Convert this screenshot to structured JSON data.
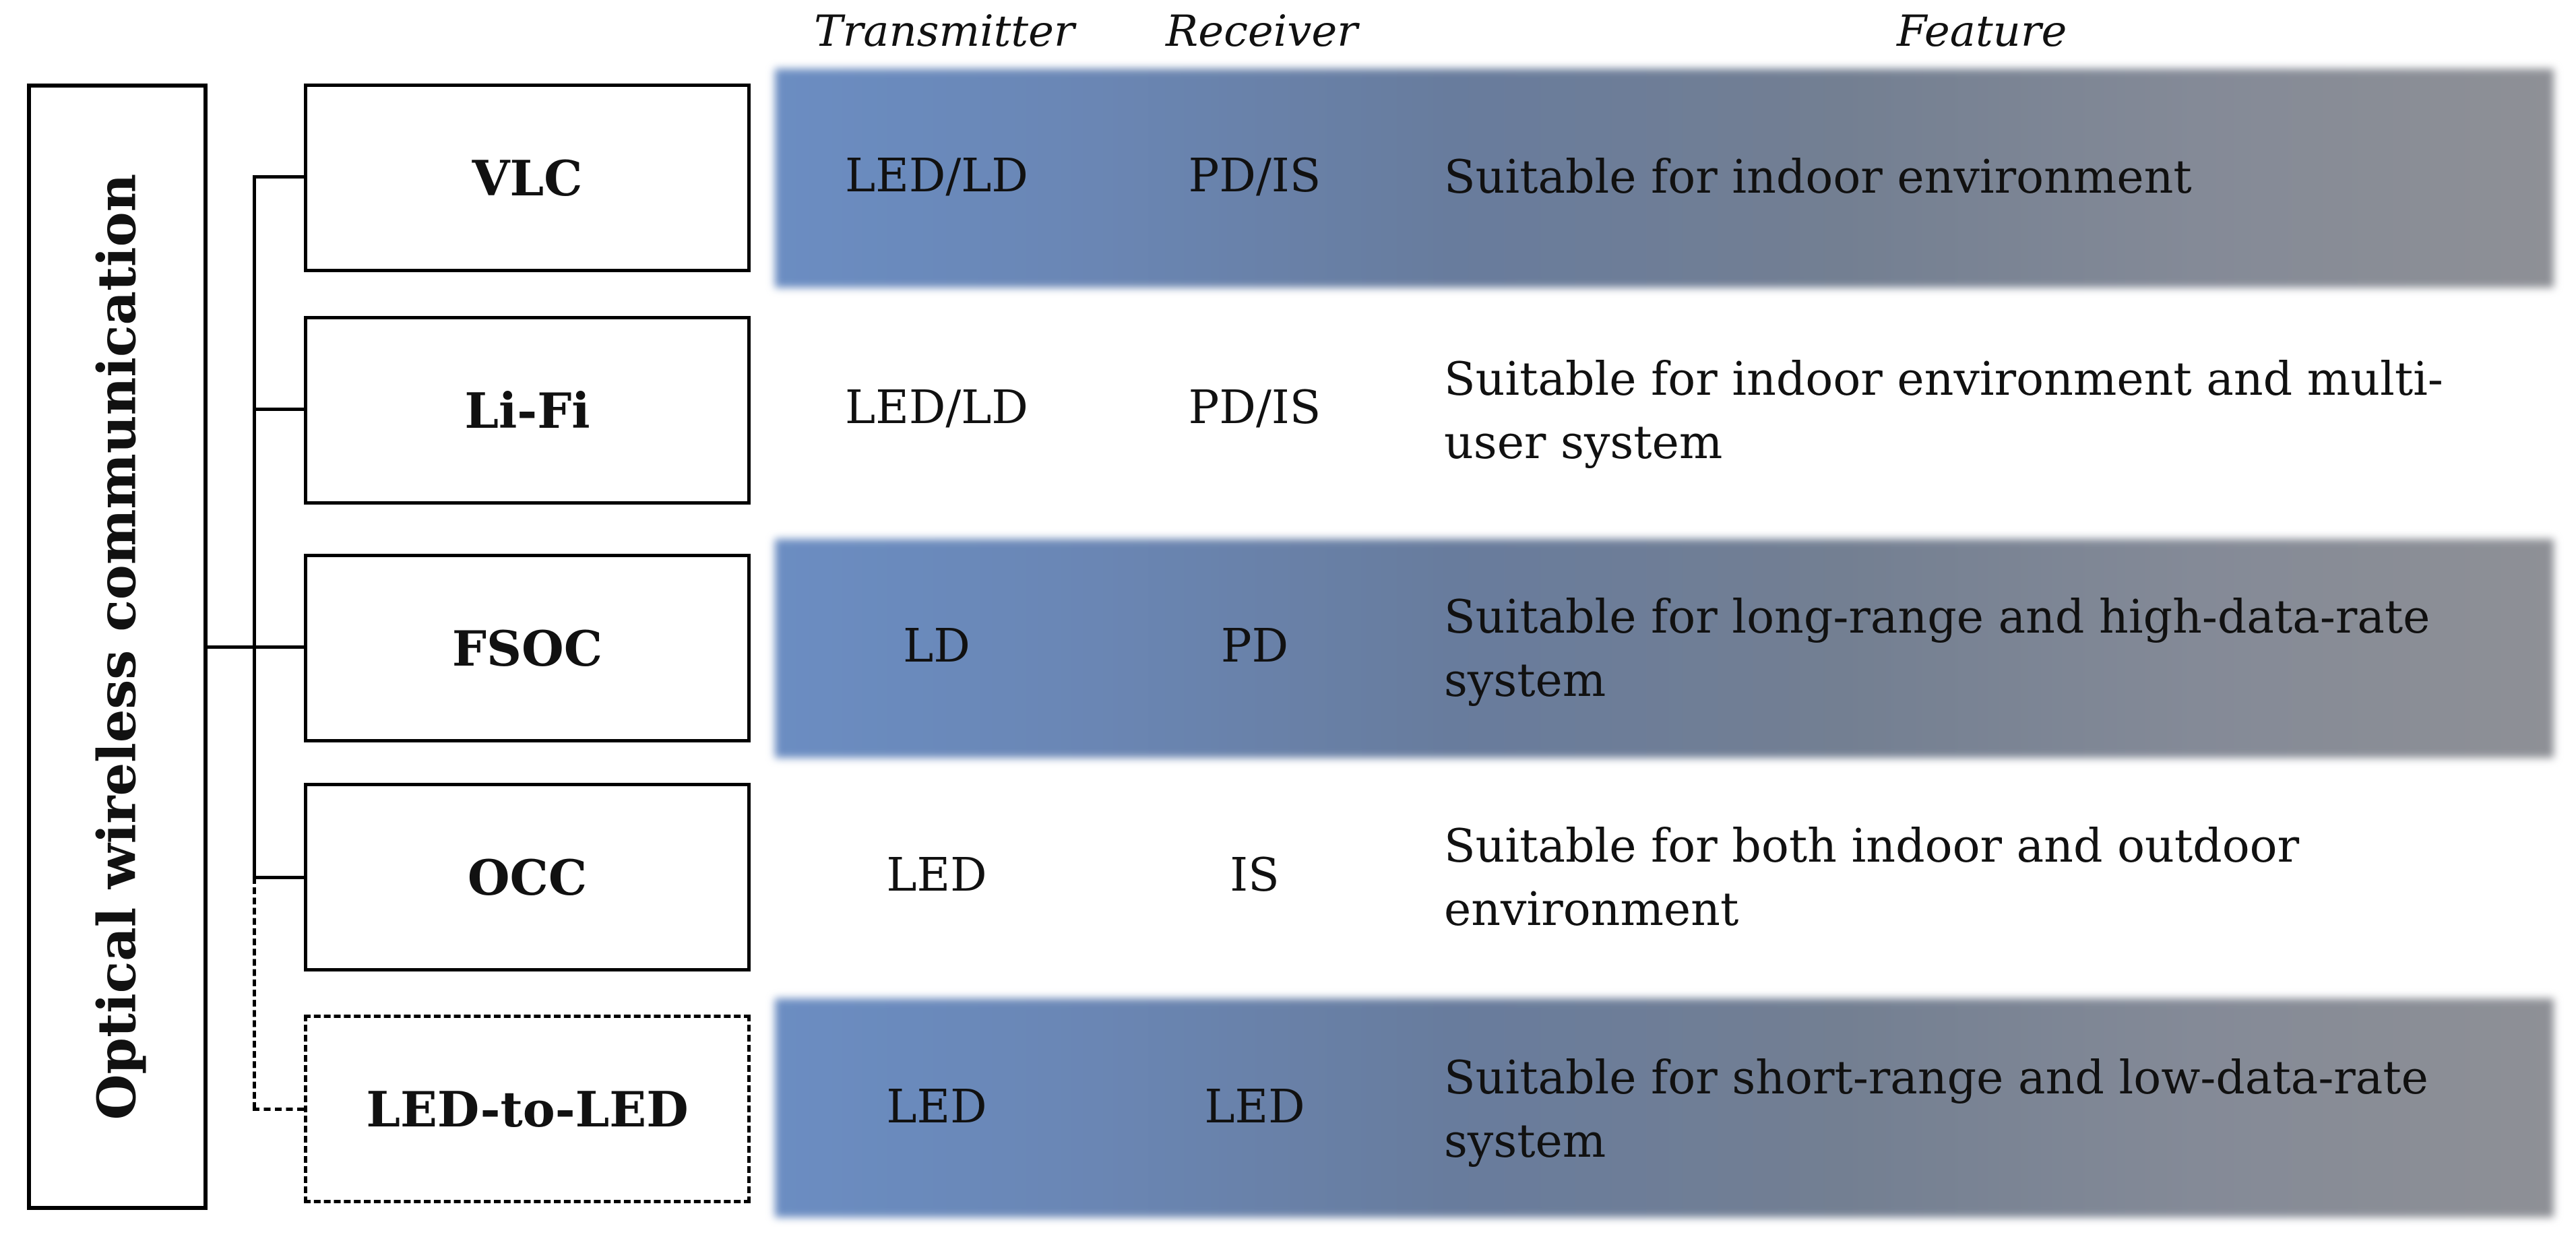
{
  "root": {
    "label": "Optical wireless communication"
  },
  "headers": {
    "transmitter": "Transmitter",
    "receiver": "Receiver",
    "feature": "Feature"
  },
  "rows": [
    {
      "name": "VLC",
      "transmitter": "LED/LD",
      "receiver": "PD/IS",
      "feature_line1": "Suitable for indoor environment",
      "feature_line2": "",
      "shaded": true,
      "dashed": false
    },
    {
      "name": "Li-Fi",
      "transmitter": "LED/LD",
      "receiver": "PD/IS",
      "feature_line1": "Suitable for indoor environment and multi-",
      "feature_line2": "user system",
      "shaded": false,
      "dashed": false
    },
    {
      "name": "FSOC",
      "transmitter": "LD",
      "receiver": "PD",
      "feature_line1": "Suitable for long-range and high-data-rate",
      "feature_line2": "system",
      "shaded": true,
      "dashed": false
    },
    {
      "name": "OCC",
      "transmitter": "LED",
      "receiver": "IS",
      "feature_line1": "Suitable for both indoor and outdoor",
      "feature_line2": "environment",
      "shaded": false,
      "dashed": false
    },
    {
      "name": "LED-to-LED",
      "transmitter": "LED",
      "receiver": "LED",
      "feature_line1": "Suitable for short-range and low-data-rate",
      "feature_line2": "system",
      "shaded": true,
      "dashed": true
    }
  ],
  "colors": {
    "band_left": "#6b8dc2",
    "band_right": "#8e9096",
    "line": "#000000"
  }
}
